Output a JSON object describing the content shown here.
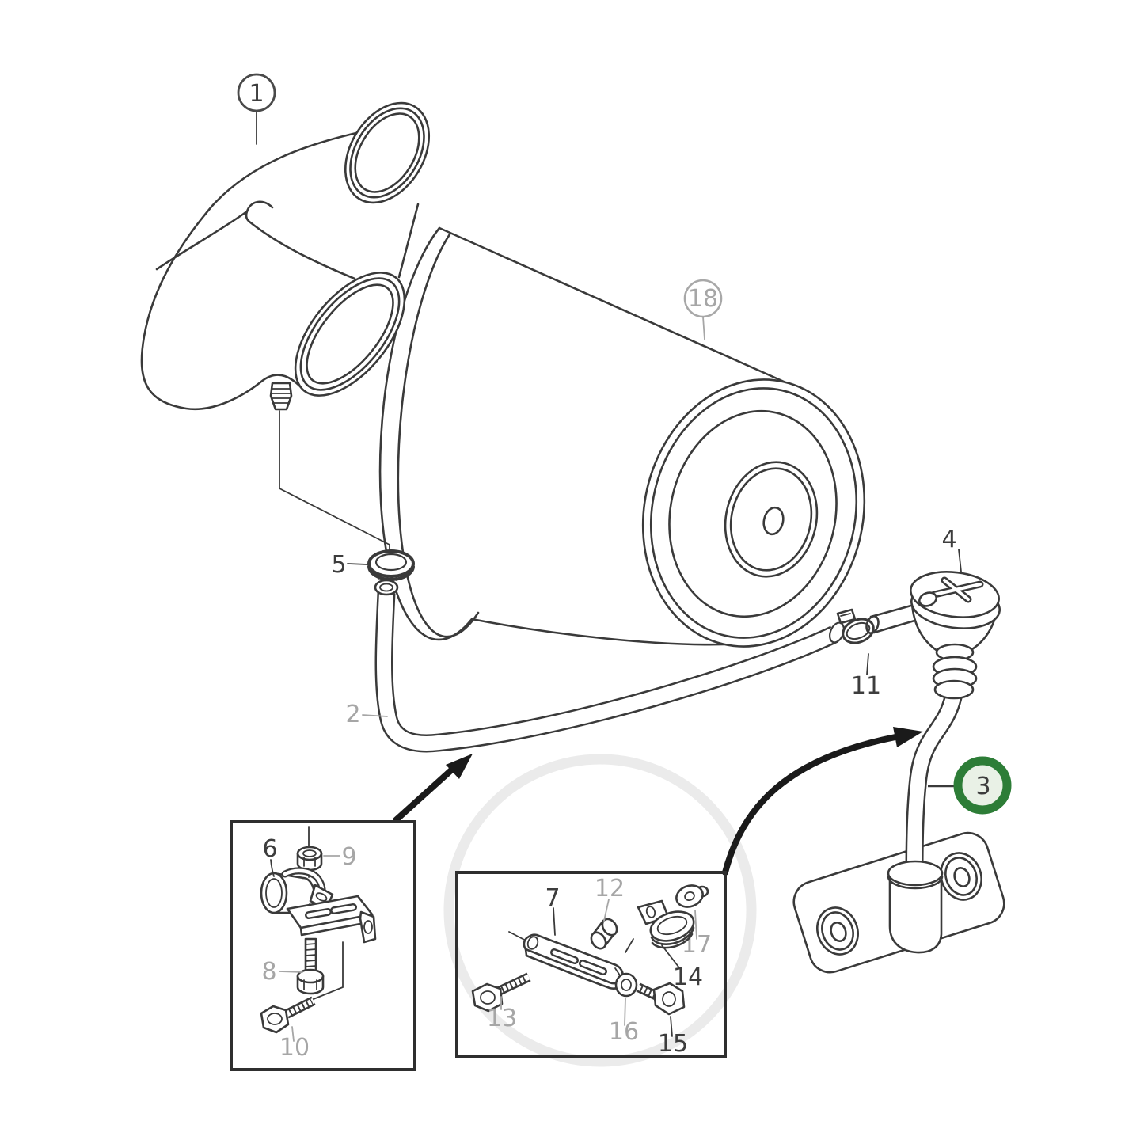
{
  "figure": {
    "kind": "exploded-parts-diagram",
    "description": "Line-art exploded view of an air silencer assembly with numbered part callouts, two inset hardware boxes, reference arrows and part 3 highlighted by a green ring",
    "background_color": "#ffffff",
    "line_color": "#3a3a3a",
    "dark_label_color": "#3d3d3d",
    "muted_label_color": "#a6a6a6",
    "highlight": {
      "selected_part": "3",
      "ring_color": "#2d7d37",
      "fill_color": "#e9f1e6"
    }
  },
  "labels": {
    "p1": "1",
    "p2": "2",
    "p3": "3",
    "p4": "4",
    "p5": "5",
    "p6": "6",
    "p7": "7",
    "p8": "8",
    "p9": "9",
    "p10": "10",
    "p11": "11",
    "p12": "12",
    "p13": "13",
    "p14": "14",
    "p15": "15",
    "p16": "16",
    "p17": "17",
    "p18": "18"
  }
}
